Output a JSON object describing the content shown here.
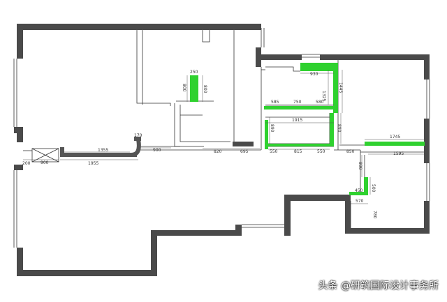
{
  "colors": {
    "wall": "#4a4a4a",
    "new_wall": "#2fd12f",
    "line": "#333333",
    "background": "#ffffff"
  },
  "dimensions": [
    {
      "id": "d930",
      "text": "930"
    },
    {
      "id": "d1325",
      "text": "1325"
    },
    {
      "id": "d1445",
      "text": "1445"
    },
    {
      "id": "d585",
      "text": "585"
    },
    {
      "id": "d750",
      "text": "750"
    },
    {
      "id": "d580",
      "text": "580"
    },
    {
      "id": "d1915",
      "text": "1915"
    },
    {
      "id": "d890a",
      "text": "890"
    },
    {
      "id": "d890b",
      "text": "890"
    },
    {
      "id": "d550a",
      "text": "550"
    },
    {
      "id": "d815",
      "text": "815"
    },
    {
      "id": "d550b",
      "text": "550"
    },
    {
      "id": "d850",
      "text": "850"
    },
    {
      "id": "d1745",
      "text": "1745"
    },
    {
      "id": "d1595",
      "text": "1595"
    },
    {
      "id": "d820",
      "text": "820"
    },
    {
      "id": "d695",
      "text": "695"
    },
    {
      "id": "d900a",
      "text": "900"
    },
    {
      "id": "d170",
      "text": "170"
    },
    {
      "id": "d1355",
      "text": "1355"
    },
    {
      "id": "d1955",
      "text": "1955"
    },
    {
      "id": "d900b",
      "text": "900"
    },
    {
      "id": "d200",
      "text": "200"
    },
    {
      "id": "d250",
      "text": "250"
    },
    {
      "id": "d800a",
      "text": "800"
    },
    {
      "id": "d800b",
      "text": "800"
    },
    {
      "id": "d890c",
      "text": "890"
    },
    {
      "id": "d450",
      "text": "450"
    },
    {
      "id": "d500",
      "text": "500"
    },
    {
      "id": "d570",
      "text": "570"
    },
    {
      "id": "d780",
      "text": "780"
    }
  ],
  "watermark": "头条 @研筑国际设计事务所"
}
